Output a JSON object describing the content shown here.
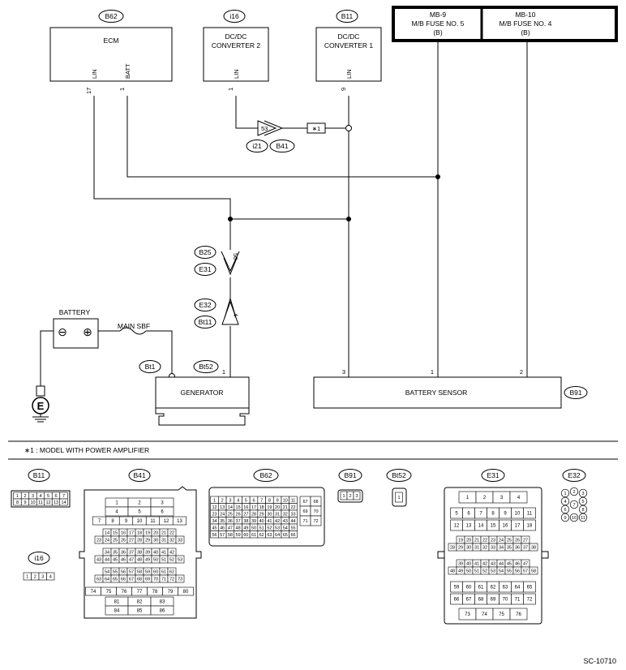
{
  "components": {
    "ecm": {
      "conn": "B62",
      "title": "ECM",
      "pin_lin": "LIN",
      "pin_batt": "BATT",
      "pin_lin_no": "17",
      "pin_batt_no": "1"
    },
    "dcdc2": {
      "conn": "i16",
      "title1": "DC/DC",
      "title2": "CONVERTER 2",
      "pin": "LIN",
      "pin_no": "1"
    },
    "dcdc1": {
      "conn": "B11",
      "title1": "DC/DC",
      "title2": "CONVERTER 1",
      "pin": "LIN",
      "pin_no": "9"
    },
    "fuse5": {
      "id": "MB-9",
      "line2": "M/B FUSE NO. 5",
      "line3": "(B)"
    },
    "fuse4": {
      "id": "MB-10",
      "line2": "M/B FUSE NO. 4",
      "line3": "(B)"
    },
    "battery": {
      "label": "BATTERY",
      "minus": "⊖",
      "plus": "⊕"
    },
    "main_sbf": "MAIN SBF",
    "ground": "E",
    "generator": {
      "label": "GENERATOR",
      "conn": "Bt52",
      "pin_no": "1",
      "sbf_conn": "Bt1"
    },
    "battery_sensor": {
      "label": "BATTERY SENSOR",
      "conn": "B91",
      "pins": [
        "3",
        "1",
        "2"
      ]
    }
  },
  "inline_connectors": {
    "upper": {
      "pin": "53",
      "labels": [
        "i21",
        "B41"
      ]
    },
    "mid": {
      "pin": "50",
      "labels": [
        "B25",
        "E31"
      ]
    },
    "lower": {
      "pin": "4",
      "labels": [
        "E32",
        "Bt11"
      ]
    },
    "note_marker": "∗1"
  },
  "footnote": "∗1 : MODEL WITH POWER AMPLIFIER",
  "connector_views": {
    "B11": {
      "label": "B11",
      "rows": [
        [
          "1",
          "2",
          "3",
          "4",
          "5",
          "6",
          "7"
        ],
        [
          "8",
          "9",
          "10",
          "11",
          "12",
          "13",
          "14"
        ]
      ]
    },
    "i16": {
      "label": "i16",
      "rows": [
        [
          "1",
          "2",
          "3",
          "4"
        ]
      ]
    },
    "B41": {
      "label": "B41",
      "rows": [
        [
          "1",
          "2",
          "3"
        ],
        [
          "4",
          "5",
          "6"
        ],
        [
          "7",
          "8",
          "9",
          "10",
          "11",
          "12",
          "13"
        ],
        [
          "14",
          "15",
          "16",
          "17",
          "18",
          "19",
          "20",
          "21",
          "22"
        ],
        [
          "23",
          "24",
          "25",
          "26",
          "27",
          "28",
          "29",
          "30",
          "31",
          "32",
          "33"
        ],
        [
          "34",
          "35",
          "36",
          "37",
          "38",
          "39",
          "40",
          "41",
          "42"
        ],
        [
          "43",
          "44",
          "45",
          "46",
          "47",
          "48",
          "49",
          "50",
          "51",
          "52",
          "53"
        ],
        [
          "54",
          "55",
          "56",
          "57",
          "58",
          "59",
          "60",
          "61",
          "62"
        ],
        [
          "63",
          "64",
          "65",
          "66",
          "67",
          "68",
          "69",
          "70",
          "71",
          "72",
          "73"
        ],
        [
          "74",
          "75",
          "76",
          "77",
          "78",
          "79",
          "80"
        ],
        [
          "81",
          "82",
          "83"
        ],
        [
          "84",
          "85",
          "86"
        ]
      ]
    },
    "B62": {
      "label": "B62",
      "rows": [
        [
          "1",
          "2",
          "3",
          "4",
          "5",
          "6",
          "7",
          "8",
          "9",
          "10",
          "11"
        ],
        [
          "12",
          "13",
          "14",
          "15",
          "16",
          "17",
          "18",
          "19",
          "20",
          "21",
          "22"
        ],
        [
          "23",
          "24",
          "25",
          "26",
          "27",
          "28",
          "29",
          "30",
          "31",
          "32",
          "33"
        ],
        [
          "34",
          "35",
          "36",
          "37",
          "38",
          "39",
          "40",
          "41",
          "42",
          "43",
          "44"
        ],
        [
          "45",
          "46",
          "47",
          "48",
          "49",
          "50",
          "51",
          "52",
          "53",
          "54",
          "55"
        ],
        [
          "56",
          "57",
          "58",
          "59",
          "60",
          "61",
          "62",
          "63",
          "64",
          "65",
          "66"
        ]
      ],
      "side": [
        [
          "67",
          "68"
        ],
        [
          "69",
          "70"
        ],
        [
          "71",
          "72"
        ]
      ]
    },
    "B91": {
      "label": "B91",
      "rows": [
        [
          "1",
          "2",
          "3"
        ]
      ]
    },
    "Bt52": {
      "label": "Bt52",
      "rows": [
        [
          "1"
        ]
      ]
    },
    "E31": {
      "label": "E31",
      "rows": [
        [
          "1",
          "2",
          "3",
          "4"
        ],
        [
          "5",
          "6",
          "7",
          "8",
          "9",
          "10",
          "11"
        ],
        [
          "12",
          "13",
          "14",
          "15",
          "16",
          "17",
          "18"
        ],
        [
          "19",
          "20",
          "21",
          "22",
          "23",
          "24",
          "25",
          "26",
          "27"
        ],
        [
          "28",
          "29",
          "30",
          "31",
          "32",
          "33",
          "34",
          "35",
          "36",
          "37",
          "38"
        ],
        [
          "39",
          "40",
          "41",
          "42",
          "43",
          "44",
          "45",
          "46",
          "47"
        ],
        [
          "48",
          "49",
          "50",
          "51",
          "52",
          "53",
          "54",
          "55",
          "56",
          "57",
          "58"
        ],
        [
          "59",
          "60",
          "61",
          "62",
          "63",
          "64",
          "65"
        ],
        [
          "66",
          "67",
          "68",
          "69",
          "70",
          "71",
          "72"
        ],
        [
          "73",
          "74",
          "75",
          "76"
        ]
      ]
    },
    "E32": {
      "label": "E32",
      "pins": [
        "1",
        "2",
        "3",
        "4",
        "5",
        "6",
        "7",
        "8",
        "9",
        "10",
        "11"
      ]
    }
  },
  "doc_id": "SC-10710"
}
